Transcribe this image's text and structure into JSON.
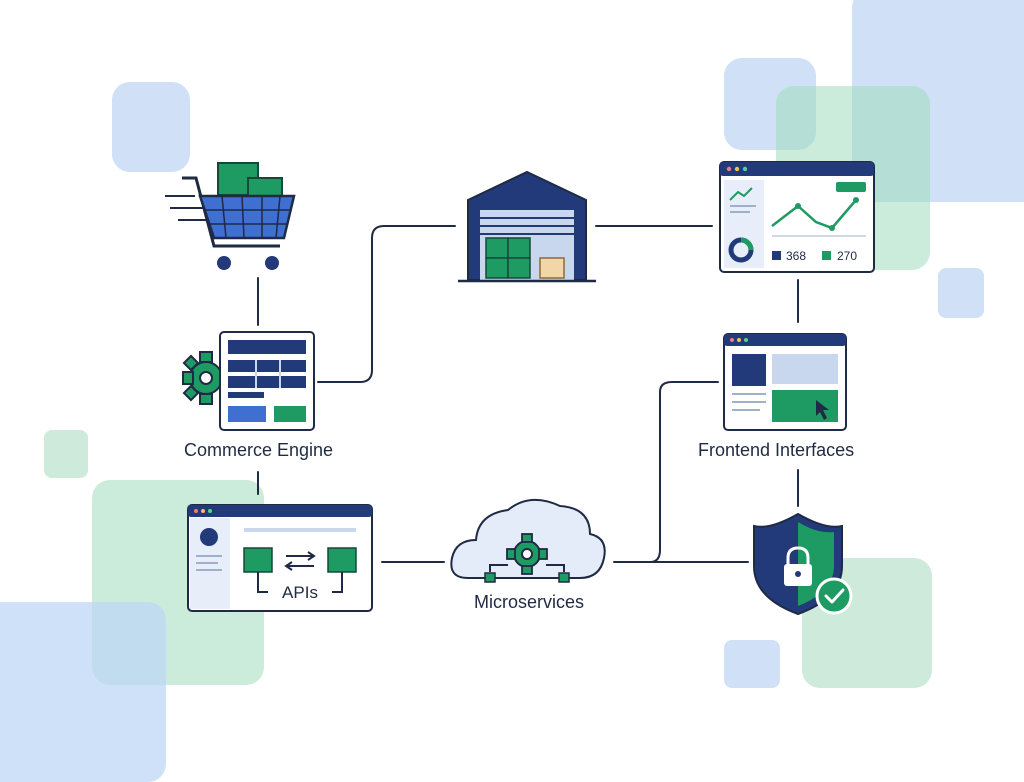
{
  "nodes": {
    "commerce_engine": {
      "label": "Commerce Engine"
    },
    "frontend_interfaces": {
      "label": "Frontend Interfaces"
    },
    "apis": {
      "label": "APIs"
    },
    "microservices": {
      "label": "Microservices"
    }
  },
  "dashboard": {
    "stat_1": "368",
    "stat_2": "270"
  },
  "colors": {
    "navy": "#233a7a",
    "green": "#1e9a63",
    "light_blue": "#dbe6f6",
    "line": "#1f2a44"
  }
}
